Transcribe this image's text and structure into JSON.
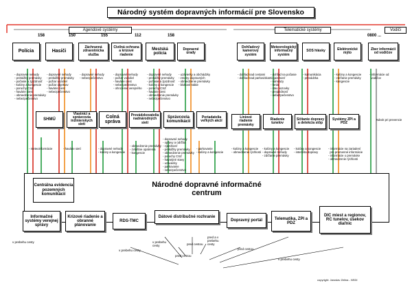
{
  "title": "Národný systém dopravných informácií pre Slovensko",
  "groups": {
    "agendove": "Agendové systémy",
    "telematicke": "Telematické systémy",
    "vodici": "Vodiči"
  },
  "numbers": [
    "158",
    "150",
    "155",
    "112",
    "158",
    "0800 ..."
  ],
  "top_boxes": {
    "policia": "Polícia",
    "hasici": "Hasiči",
    "zachranna": "Záchranná zdravotnícka služba",
    "civilna": "Civilná ochrana a krízové riadenie",
    "mestska": "Mestská polícia",
    "dopravne": "Dopravné úrady",
    "dohladovy": "Dohľadový kamerový systém",
    "meteo": "Meteorologický informačný systém",
    "sos": "SOS hlásky",
    "mytne": "Elektronické mýto",
    "zber": "Zber informácií od vodičov"
  },
  "mid_boxes": {
    "shmu": "SHMÚ",
    "vlastnici": "Vlastníci a správcovia inžinierskych sietí",
    "colna": "Colná správa",
    "prevadzkovatelia": "Prevádzkovatelia nadnárodných sietí",
    "spravcovia": "Správcovia komunikácií",
    "poriadatelia": "Poriadatelia veľkých akcií",
    "liniove": "Líniové riadenie premávky",
    "riadenie_tunel": "Riadenie tunelov",
    "scitanie": "Sčítanie dopravy a detekcia stôp",
    "zpi": "Systémy ZPI a PDZ"
  },
  "bullets": {
    "policia": "- dopravné nehody\n- prekážky premávky\n- počasie a zjazdnosť\n- kolóny a kongescie\n- poruchy CSZ\n- havárie ciest\n- obmedzenie premávky\n- nebezpečenstvo",
    "hasici": "- dopravné nehody\n- prekážky premávky\n- požiar vozidiel\n- požiar objektov\n- havárie ciest\n- nebezpečenstvo",
    "zachranna": "- dopravné nehody\n- nebezpečenstvo",
    "civilna": "- dopravné nehody\n- požiar vozidiel\n- havárie ciest\n- nebezpečenstvo\n- ohrozenie verejného",
    "mestska": "- dopravné nehody\n- prekážky premávky\n- počasie a zjazdnosť\n- kolóny a kongescie\n- poruchy CSZ\n- havárie ciest\n- obmedzenie premávky\n- nebezpečenstvo",
    "dopravne": "- uzávierky a obchádzky\n- zmeny dopravných\n- obmedzenie premávky\n- blokové státie",
    "dohladovy": "- dohľad nad cestami\n- dohľad nad parkoviskami",
    "meteo": "- dohľad na počasie\n- zjazdnosť\n- námrazy\n- hmla\n- stav vozovky\n- prejazdnosť\n- nebezpečenstvo",
    "sos": "- komunikácia\n- prevádzka",
    "mytne": "- kolóny a kongescie\n- zdržanie premávky\n- kongescie",
    "zber": "- informácie od\n  vodičov",
    "shmu": "- meteoinformácie",
    "vlastnici": "- havárie sietí",
    "colna": "- dopravné nehody\n- kolóny a kongescie",
    "prevadzkovatelia": "- obmedzenie premávky\n- zvláštne opatrenia\n- kongescie",
    "spravcovia": "- dopravné nehody\n- opravy a údržba\n- zjazdnosť\n- prekážky premávky\n- obmedzenie premávky\n- poruchy CSZ\n- havarijné stavy\n- uzávierky\n- parkovanie\n- nebezpečenstvo",
    "poriadatelia": "- parkovanie\n- kolóny a kongescie",
    "liniove": "- kolóny a kongescie\n- obmedzenie rýchlosti",
    "riadenie_tunel": "- kolóny a kongescie\n- dopravné nehody\n- zdržanie premávky",
    "scitanie": "- kolóny a kongescie\n- intenzita dopravy",
    "zpi": "- informácie na zariadení\n  pre premenné informácie\n- informácie o premávke\n- obmedzenie rýchlosti",
    "vodici_note": "Nárok pri prevencie"
  },
  "center": {
    "title": "Národné dopravné informačné centrum",
    "side": "Centrálna evidencia pozemných komunikácií"
  },
  "bottom_boxes": {
    "ivs": "Informačné systémy verejnej správy",
    "krizove": "Krízové riadenie a obranné plánovanie",
    "rds": "RDS-TMC",
    "datove": "Dátové distribučné rozhranie",
    "portal": "Dopravný portál",
    "telematika": "Telematika, ZPI a PDZ",
    "dic": "DIC miest a regionov, RC tunelov, úsekov diaľnic"
  },
  "labels": {
    "l1": "v prebehu cesty",
    "l2": "v prebehu\ncesty",
    "l3": "pred cestou",
    "l4": "pred a v\nprebehu\ncesty",
    "l5": "pred cestou",
    "l6": "v prebehu cesty",
    "l7": "pred cestou",
    "l8": "v prebehu cesty"
  },
  "copyright": "copyright: Jaroslav Zelina - NSDI",
  "colors": {
    "green": "#1f9a3c",
    "red": "#d62a1e",
    "orange": "#f08a1d",
    "blue": "#1c3f9e",
    "gray": "#888888",
    "header_red": "#e4362b"
  }
}
